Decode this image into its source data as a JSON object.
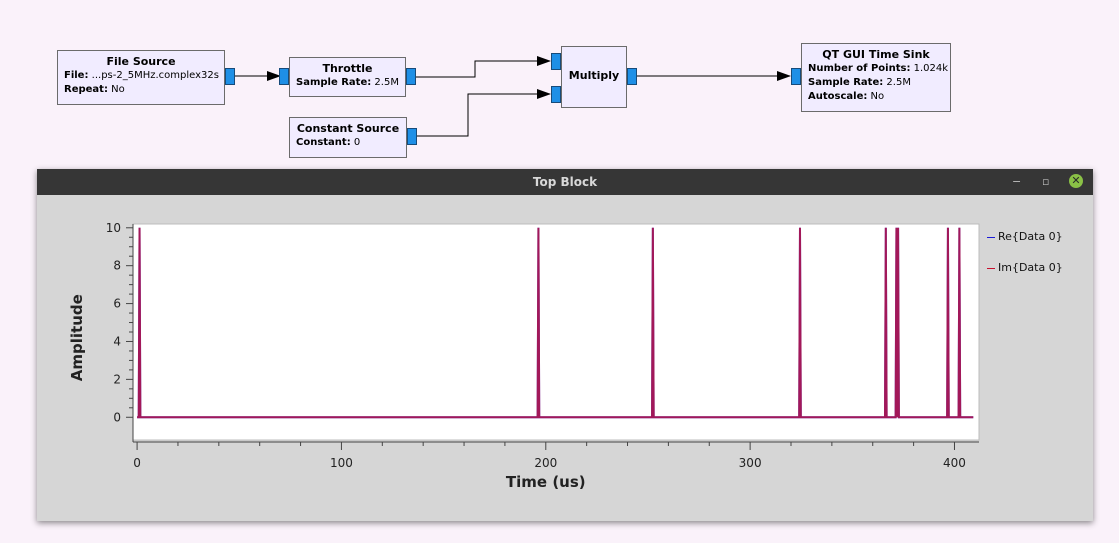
{
  "flowgraph": {
    "file_source": {
      "title": "File Source",
      "params": [
        {
          "key": "File:",
          "value": "...ps-2_5MHz.complex32s"
        },
        {
          "key": "Repeat:",
          "value": "No"
        }
      ]
    },
    "throttle": {
      "title": "Throttle",
      "params": [
        {
          "key": "Sample Rate:",
          "value": "2.5M"
        }
      ]
    },
    "constant_source": {
      "title": "Constant Source",
      "params": [
        {
          "key": "Constant:",
          "value": "0"
        }
      ]
    },
    "multiply": {
      "title": "Multiply"
    },
    "time_sink": {
      "title": "QT GUI Time Sink",
      "params": [
        {
          "key": "Number of Points:",
          "value": "1.024k"
        },
        {
          "key": "Sample Rate:",
          "value": "2.5M"
        },
        {
          "key": "Autoscale:",
          "value": "No"
        }
      ]
    },
    "port_color": "#1e8fe6"
  },
  "window": {
    "title": "Top Block",
    "minimize_glyph": "−",
    "restore_glyph": "▫",
    "close_glyph": "✕",
    "close_color": "#8ac146"
  },
  "chart_data": {
    "type": "line",
    "xlabel": "Time (us)",
    "ylabel": "Amplitude",
    "xlim": [
      -2,
      412
    ],
    "ylim": [
      -1.2,
      10.2
    ],
    "x_ticks": [
      0,
      100,
      200,
      300,
      400
    ],
    "y_ticks": [
      0,
      2,
      4,
      6,
      8,
      10
    ],
    "grid": false,
    "legend_position": "right",
    "series": [
      {
        "name": "Re{Data 0}",
        "color": "#1a1ad8",
        "pulses_at": [
          1.2,
          196.4,
          252.4,
          324.4,
          366.4,
          371.6,
          372.4,
          396.8,
          402.4
        ],
        "baseline": 0,
        "peak": 10
      },
      {
        "name": "Im{Data 0}",
        "color": "#c8102e",
        "pulses_at": [
          1.2,
          196.4,
          252.4,
          324.4,
          366.4,
          371.6,
          372.4,
          396.8,
          402.4
        ],
        "baseline": 0,
        "peak": 10
      }
    ],
    "x_end": 409.2
  }
}
